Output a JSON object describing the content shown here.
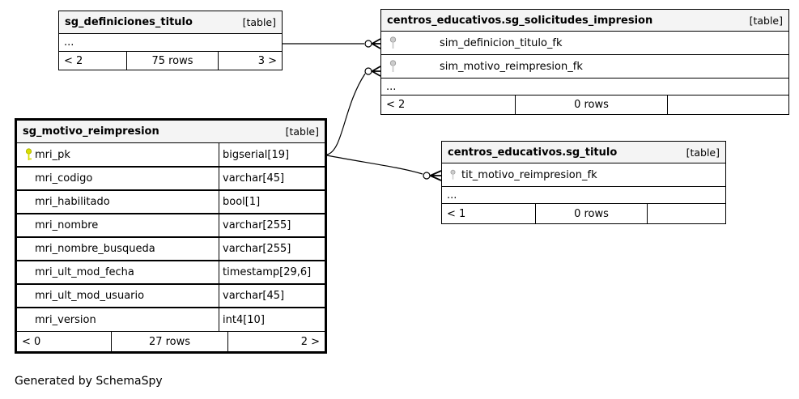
{
  "page": {
    "generated_by": "Generated by SchemaSpy"
  },
  "colors": {
    "primary_key": "#d9de00",
    "primary_key_stroke": "#a9ad00",
    "foreign_key": "#cccccc",
    "foreign_key_stroke": "#999999",
    "header_bg": "#f4f4f4",
    "border": "#000000"
  },
  "tables": {
    "definiciones": {
      "title": "sg_definiciones_titulo",
      "badge": "[table]",
      "ellipsis": "...",
      "footer": {
        "left": "< 2",
        "center": "75 rows",
        "right": "3 >"
      }
    },
    "solicitudes": {
      "title": "centros_educativos.sg_solicitudes_impresion",
      "badge": "[table]",
      "rows": [
        {
          "icon": "key-icon-foreign",
          "name": "sim_definicion_titulo_fk"
        },
        {
          "icon": "key-icon-foreign",
          "name": "sim_motivo_reimpresion_fk"
        }
      ],
      "ellipsis": "...",
      "footer": {
        "left": "< 2",
        "center": "0 rows",
        "right": ""
      }
    },
    "motivo": {
      "title": "sg_motivo_reimpresion",
      "badge": "[table]",
      "columns": [
        {
          "icon": "key-icon-primary",
          "name": "mri_pk",
          "type": "bigserial[19]"
        },
        {
          "name": "mri_codigo",
          "type": "varchar[45]"
        },
        {
          "name": "mri_habilitado",
          "type": "bool[1]"
        },
        {
          "name": "mri_nombre",
          "type": "varchar[255]"
        },
        {
          "name": "mri_nombre_busqueda",
          "type": "varchar[255]"
        },
        {
          "name": "mri_ult_mod_fecha",
          "type": "timestamp[29,6]"
        },
        {
          "name": "mri_ult_mod_usuario",
          "type": "varchar[45]"
        },
        {
          "name": "mri_version",
          "type": "int4[10]"
        }
      ],
      "footer": {
        "left": "< 0",
        "center": "27 rows",
        "right": "2 >"
      }
    },
    "titulo": {
      "title": "centros_educativos.sg_titulo",
      "badge": "[table]",
      "rows": [
        {
          "icon": "key-icon-foreign",
          "name": "tit_motivo_reimpresion_fk"
        }
      ],
      "ellipsis": "...",
      "footer": {
        "left": "< 1",
        "center": "0 rows",
        "right": ""
      }
    }
  },
  "relationships": [
    {
      "from": "sg_definiciones_titulo",
      "to": "centros_educativos.sg_solicitudes_impresion.sim_definicion_titulo_fk"
    },
    {
      "from": "sg_motivo_reimpresion.mri_pk",
      "to": "centros_educativos.sg_solicitudes_impresion.sim_motivo_reimpresion_fk"
    },
    {
      "from": "sg_motivo_reimpresion.mri_pk",
      "to": "centros_educativos.sg_titulo.tit_motivo_reimpresion_fk"
    }
  ]
}
